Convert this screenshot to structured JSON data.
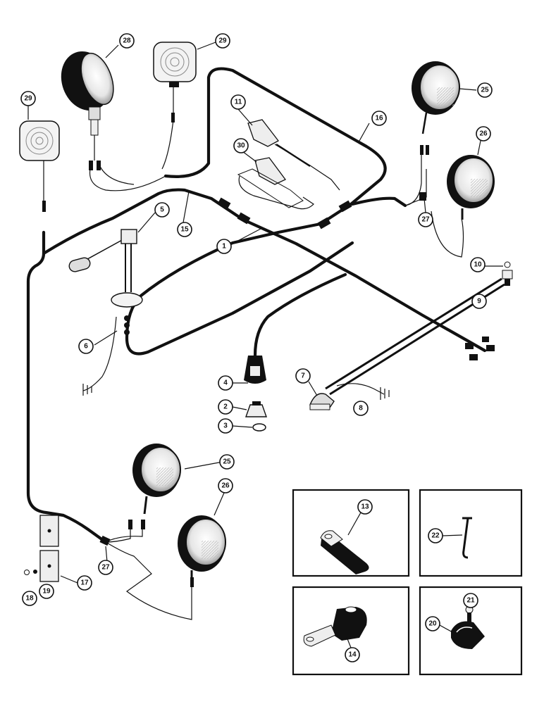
{
  "callouts": [
    {
      "id": "c28a",
      "label": "28"
    },
    {
      "id": "c29a",
      "label": "29"
    },
    {
      "id": "c29b",
      "label": "29"
    },
    {
      "id": "c25a",
      "label": "25"
    },
    {
      "id": "c11",
      "label": "11"
    },
    {
      "id": "c16",
      "label": "16"
    },
    {
      "id": "c30",
      "label": "30"
    },
    {
      "id": "c26a",
      "label": "26"
    },
    {
      "id": "c5",
      "label": "5"
    },
    {
      "id": "c15",
      "label": "15"
    },
    {
      "id": "c1",
      "label": "1"
    },
    {
      "id": "c27a",
      "label": "27"
    },
    {
      "id": "c10",
      "label": "10"
    },
    {
      "id": "c9",
      "label": "9"
    },
    {
      "id": "c6",
      "label": "6"
    },
    {
      "id": "c4",
      "label": "4"
    },
    {
      "id": "c7",
      "label": "7"
    },
    {
      "id": "c2",
      "label": "2"
    },
    {
      "id": "c8",
      "label": "8"
    },
    {
      "id": "c3",
      "label": "3"
    },
    {
      "id": "c25b",
      "label": "25"
    },
    {
      "id": "c26b",
      "label": "26"
    },
    {
      "id": "c13",
      "label": "13"
    },
    {
      "id": "c22",
      "label": "22"
    },
    {
      "id": "c27b",
      "label": "27"
    },
    {
      "id": "c18",
      "label": "18"
    },
    {
      "id": "c19",
      "label": "19"
    },
    {
      "id": "c17",
      "label": "17"
    },
    {
      "id": "c21",
      "label": "21"
    },
    {
      "id": "c20",
      "label": "20"
    },
    {
      "id": "c14",
      "label": "14"
    }
  ]
}
